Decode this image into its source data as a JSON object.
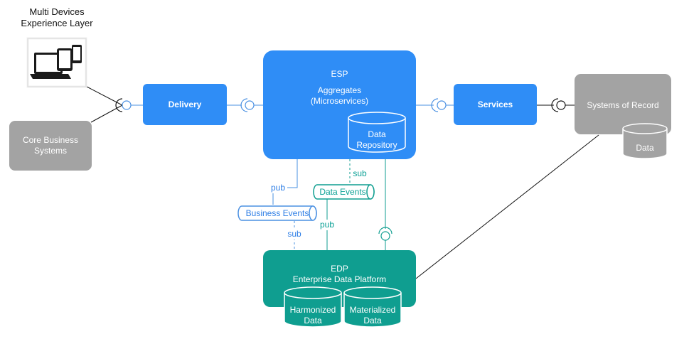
{
  "nodes": {
    "multi_devices": "Multi Devices\nExperience Layer",
    "core_business": "Core Business\nSystems",
    "delivery": "Delivery",
    "esp_title": "ESP",
    "esp_subtitle": "Aggregates\n(Microservices)",
    "data_repository": "Data\nRepository",
    "services": "Services",
    "systems_of_record": "Systems of Record",
    "sor_data": "Data",
    "edp_title": "EDP",
    "edp_subtitle": "Enterprise Data Platform",
    "harmonized": "Harmonized\nData",
    "materialized": "Materialized\nData"
  },
  "queues": {
    "business_events": "Business Events",
    "data_events": "Data Events"
  },
  "edge_labels": {
    "pub_business": "pub",
    "sub_business": "sub",
    "sub_data": "sub",
    "pub_data": "pub"
  },
  "colors": {
    "blue": "#2f8df6",
    "blue_dark": "#2a75d6",
    "teal": "#0f9e90",
    "teal_dark": "#0a7f74",
    "gray": "#a3a3a3",
    "gray_light": "#bcbcbc",
    "line": "#111111",
    "connector_blue": "#4a90e2"
  },
  "icons": {
    "devices": "devices-icon"
  }
}
